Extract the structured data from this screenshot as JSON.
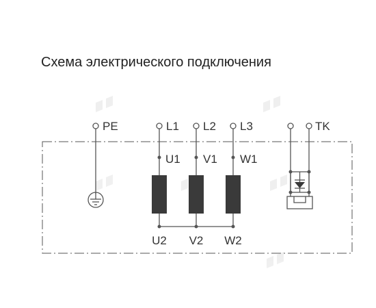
{
  "title": "Схема электрического подключения",
  "terminals": {
    "pe": "PE",
    "l1": "L1",
    "l2": "L2",
    "l3": "L3",
    "tk": "TK"
  },
  "windings": {
    "u1": "U1",
    "v1": "V1",
    "w1": "W1",
    "u2": "U2",
    "v2": "V2",
    "w2": "W2"
  },
  "colors": {
    "line": "#555555",
    "coil": "#3a3a3a",
    "text": "#333333"
  },
  "icons": [
    "ground-icon",
    "thermal-contact-icon",
    "watermark-logo"
  ]
}
